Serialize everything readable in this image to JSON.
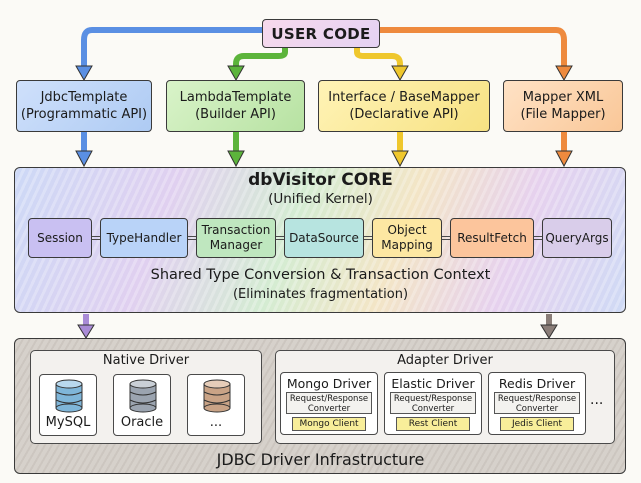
{
  "user_code": "USER CODE",
  "apis": [
    {
      "name": "JdbcTemplate",
      "desc": "(Programmatic API)",
      "color": "#3d7fe0"
    },
    {
      "name": "LambdaTemplate",
      "desc": "(Builder API)",
      "color": "#4fae2c"
    },
    {
      "name": "Interface / BaseMapper",
      "desc": "(Declarative API)",
      "color": "#e9be16"
    },
    {
      "name": "Mapper XML",
      "desc": "(File Mapper)",
      "color": "#ec7d2c"
    }
  ],
  "core": {
    "title": "dbVisitor CORE",
    "subtitle": "(Unified Kernel)",
    "components": [
      {
        "label": "Session"
      },
      {
        "label": "TypeHandler"
      },
      {
        "label": "Transaction Manager"
      },
      {
        "label": "DataSource"
      },
      {
        "label": "Object Mapping"
      },
      {
        "label": "ResultFetch"
      },
      {
        "label": "QueryArgs"
      }
    ],
    "shared_title": "Shared Type Conversion & Transaction Context",
    "shared_subtitle": "(Eliminates fragmentation)"
  },
  "infra": {
    "native": {
      "title": "Native Driver",
      "dbs": [
        {
          "label": "MySQL",
          "color": "#7fb6d9"
        },
        {
          "label": "Oracle",
          "color": "#9ba4b0"
        },
        {
          "label": "...",
          "color": "#c9a386"
        }
      ]
    },
    "adapter": {
      "title": "Adapter Driver",
      "drivers": [
        {
          "name": "Mongo Driver",
          "converter": "Request/Response Converter",
          "client": "Mongo Client"
        },
        {
          "name": "Elastic Driver",
          "converter": "Request/Response Converter",
          "client": "Rest Client"
        },
        {
          "name": "Redis Driver",
          "converter": "Request/Response Converter",
          "client": "Jedis Client"
        }
      ],
      "ellipsis": "..."
    },
    "title": "JDBC Driver Infrastructure"
  }
}
